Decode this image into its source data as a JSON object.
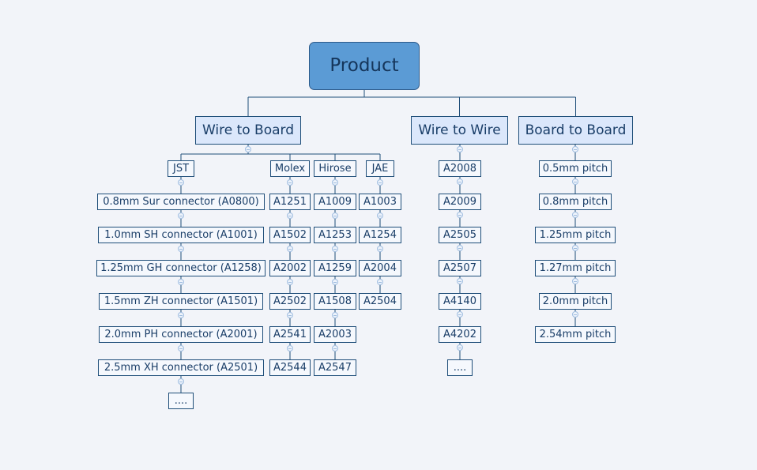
{
  "root": {
    "label": "Product"
  },
  "categories": [
    {
      "key": "wire-to-board",
      "label": "Wire to Board",
      "groups": [
        {
          "label": "JST",
          "items": [
            "0.8mm Sur connector (A0800)",
            "1.0mm SH connector (A1001)",
            "1.25mm GH connector (A1258)",
            "1.5mm ZH connector (A1501)",
            "2.0mm PH connector (A2001)",
            "2.5mm XH connector (A2501)",
            "...."
          ]
        },
        {
          "label": "Molex",
          "items": [
            "A1251",
            "A1502",
            "A2002",
            "A2502",
            "A2541",
            "A2544"
          ]
        },
        {
          "label": "Hirose",
          "items": [
            "A1009",
            "A1253",
            "A1259",
            "A1508",
            "A2003",
            "A2547"
          ]
        },
        {
          "label": "JAE",
          "items": [
            "A1003",
            "A1254",
            "A2004",
            "A2504"
          ]
        }
      ]
    },
    {
      "key": "wire-to-wire",
      "label": "Wire to Wire",
      "items": [
        "A2008",
        "A2009",
        "A2505",
        "A2507",
        "A4140",
        "A4202",
        "...."
      ]
    },
    {
      "key": "board-to-board",
      "label": "Board to Board",
      "items": [
        "0.5mm pitch",
        "0.8mm pitch",
        "1.25mm pitch",
        "1.27mm pitch",
        "2.0mm pitch",
        "2.54mm pitch"
      ]
    }
  ],
  "colors": {
    "line": "#1f4e79",
    "root_fill": "#5b9bd5",
    "category_fill": "#dbe7fb",
    "node_fill": "#f5f8fd",
    "background": "#f2f4f9"
  }
}
